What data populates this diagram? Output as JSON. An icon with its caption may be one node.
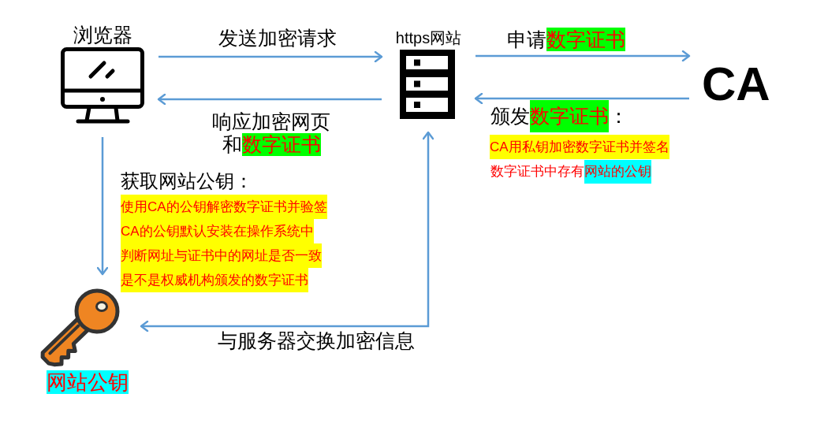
{
  "diagram": {
    "nodes": [
      {
        "text": [
          "浏览器"
        ]
      },
      {
        "text": [
          "https网站"
        ]
      },
      {
        "text": [
          "CA"
        ]
      },
      {
        "text": [
          "网站公钥"
        ]
      }
    ],
    "edges": [
      {
        "from": 0,
        "to": 1,
        "arrow": "to",
        "label": "发送加密请求"
      },
      {
        "from": 1,
        "to": 0,
        "arrow": "to",
        "label": "响应加密网页和数字证书"
      },
      {
        "from": 1,
        "to": 2,
        "arrow": "to",
        "label": "申请数字证书"
      },
      {
        "from": 2,
        "to": 1,
        "arrow": "to",
        "label": "颁发数字证书："
      },
      {
        "from": 0,
        "to": 3,
        "arrow": "to",
        "label": "获取网站公钥："
      },
      {
        "from": 3,
        "to": 1,
        "arrow": "both",
        "label": "与服务器交换加密信息"
      }
    ],
    "labels": [
      "CA用私钥加密数字证书并签名",
      "数字证书中存有网站的公钥",
      "使用CA的公钥解密数字证书并验签",
      "CA的公钥默认安装在操作系统中",
      "判断网址与证书中的网址是否一致",
      "是不是权威机构颁发的数字证书"
    ]
  }
}
